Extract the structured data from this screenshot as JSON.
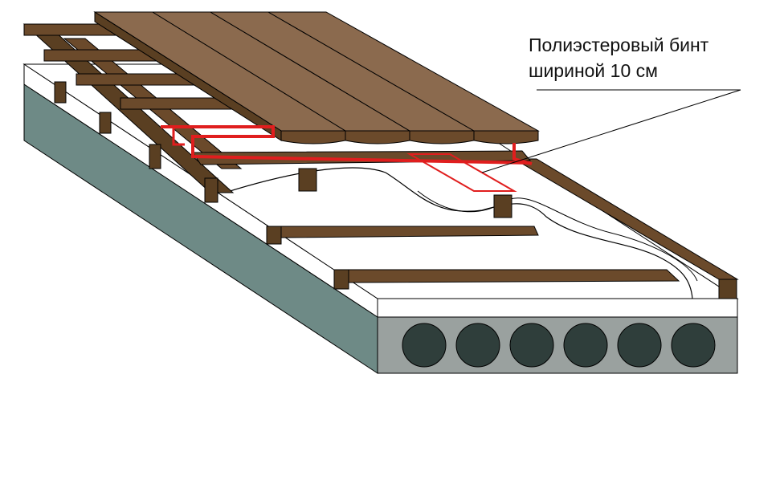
{
  "annotation": {
    "line1": "Полиэстеровый бинт",
    "line2": "шириной 10 см"
  },
  "colors": {
    "slab_side": "#6e8a86",
    "slab_front": "#9aa19f",
    "slab_hole": "#2f3e3b",
    "wood_dark": "#5a3f22",
    "wood_mid": "#6b4a2b",
    "deck_board": "#8b6a4e",
    "insulation": "#ffffff",
    "tape_red": "#e01e1e",
    "outline": "#000000"
  },
  "slab": {
    "hole_count": 6
  },
  "deck": {
    "board_count": 4
  },
  "icons": {
    "leader_line": "annotation-leader"
  }
}
